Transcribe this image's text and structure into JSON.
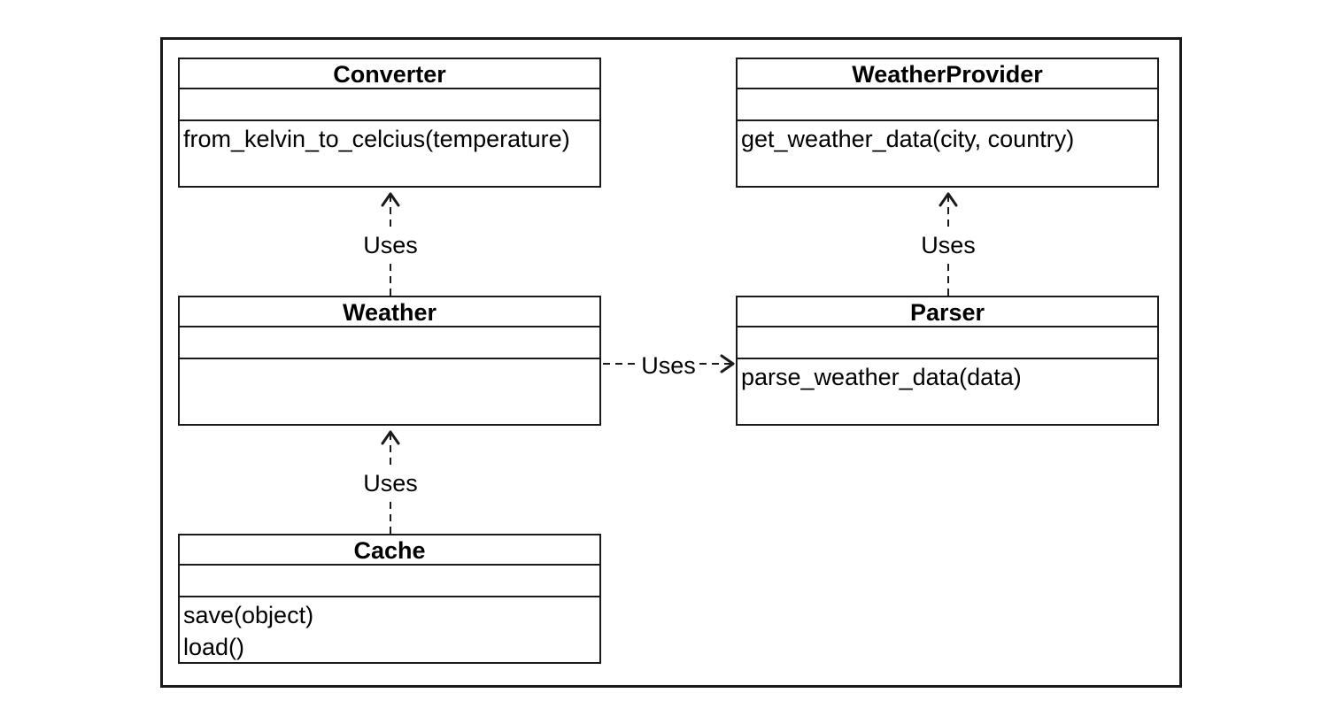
{
  "diagram": {
    "classes": {
      "converter": {
        "name": "Converter",
        "methods": [
          "from_kelvin_to_celcius(temperature)"
        ]
      },
      "weather_provider": {
        "name": "WeatherProvider",
        "methods": [
          "get_weather_data(city, country)"
        ]
      },
      "weather": {
        "name": "Weather",
        "methods": []
      },
      "parser": {
        "name": "Parser",
        "methods": [
          "parse_weather_data(data)"
        ]
      },
      "cache": {
        "name": "Cache",
        "methods": [
          "save(object)",
          "load()"
        ]
      }
    },
    "relations": [
      {
        "from": "Weather",
        "to": "Converter",
        "label": "Uses"
      },
      {
        "from": "Parser",
        "to": "WeatherProvider",
        "label": "Uses"
      },
      {
        "from": "Weather",
        "to": "Parser",
        "label": "Uses"
      },
      {
        "from": "Cache",
        "to": "Weather",
        "label": "Uses"
      }
    ]
  }
}
